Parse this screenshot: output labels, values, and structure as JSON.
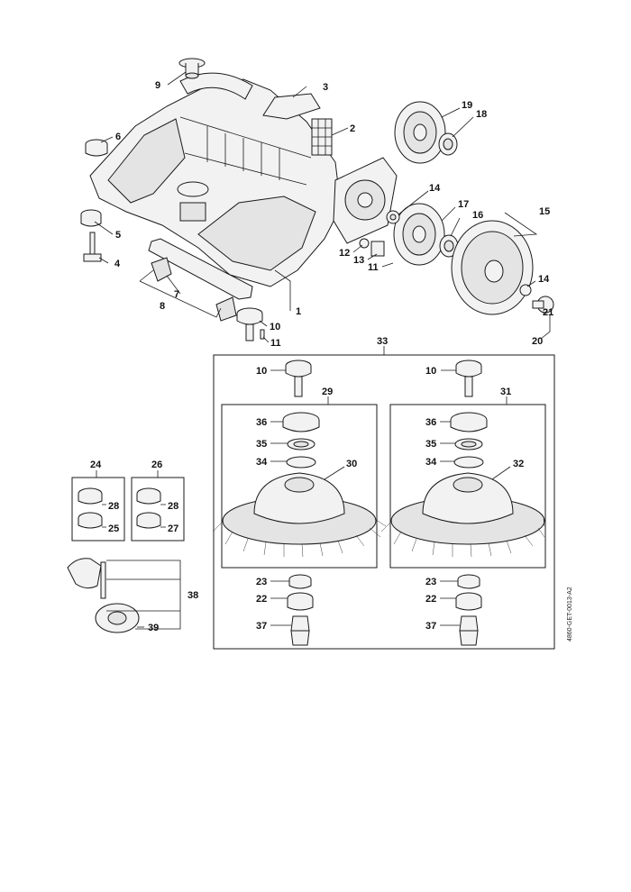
{
  "labels": {
    "l1": "1",
    "l2": "2",
    "l3": "3",
    "l4": "4",
    "l5": "5",
    "l6": "6",
    "l7": "7",
    "l8": "8",
    "l9": "9",
    "l10a": "10",
    "l11a": "11",
    "l11b": "11",
    "l12": "12",
    "l13": "13",
    "l14a": "14",
    "l14b": "14",
    "l15": "15",
    "l16": "16",
    "l17": "17",
    "l18": "18",
    "l19": "19",
    "l20": "20",
    "l21": "21",
    "l33": "33",
    "l10b": "10",
    "l29": "29",
    "l36a": "36",
    "l35a": "35",
    "l34a": "34",
    "l30": "30",
    "l23a": "23",
    "l22a": "22",
    "l37a": "37",
    "l10c": "10",
    "l31": "31",
    "l36b": "36",
    "l35b": "35",
    "l34b": "34",
    "l32": "32",
    "l23b": "23",
    "l22b": "22",
    "l37b": "37",
    "l24": "24",
    "l28a": "28",
    "l25": "25",
    "l26": "26",
    "l28b": "28",
    "l27": "27",
    "l38": "38",
    "l39": "39"
  },
  "reference_code": "4860-GET-0013-A2"
}
